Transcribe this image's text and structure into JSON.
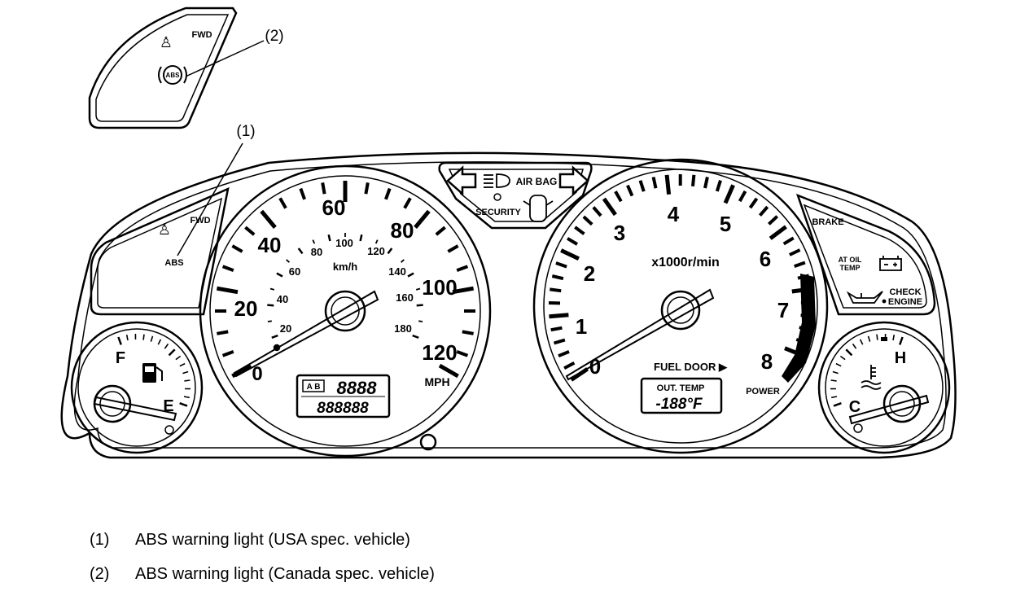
{
  "callouts": {
    "one": "(1)",
    "two": "(2)"
  },
  "inset": {
    "fwd": "FWD",
    "abs": "ABS"
  },
  "left_panel": {
    "fwd": "FWD",
    "abs": "ABS"
  },
  "center_panel": {
    "air_bag": "AIR BAG",
    "security": "SECURITY"
  },
  "speedometer": {
    "mph_ticks": [
      "0",
      "20",
      "40",
      "60",
      "80",
      "100",
      "120"
    ],
    "kmh_ticks": [
      "20",
      "40",
      "60",
      "80",
      "100",
      "120",
      "140",
      "160",
      "180"
    ],
    "unit_kmh": "km/h",
    "unit_mph": "MPH",
    "odo_top": "8888",
    "odo_bottom": "888888",
    "odo_mode": "A B"
  },
  "tachometer": {
    "ticks": [
      "0",
      "1",
      "2",
      "3",
      "4",
      "5",
      "6",
      "7",
      "8"
    ],
    "unit": "x1000r/min",
    "fuel_door": "FUEL DOOR ▶",
    "out_temp_label": "OUT. TEMP",
    "out_temp_value": "-188°F",
    "power": "POWER"
  },
  "right_panel": {
    "brake": "BRAKE",
    "at_oil_1": "AT OIL",
    "at_oil_2": "TEMP",
    "check_1": "CHECK",
    "check_2": "ENGINE"
  },
  "fuel_gauge": {
    "full": "F",
    "empty": "E"
  },
  "temp_gauge": {
    "hot": "H",
    "cold": "C"
  },
  "legend": [
    {
      "num": "(1)",
      "text": "ABS warning light (USA spec. vehicle)"
    },
    {
      "num": "(2)",
      "text": "ABS warning light (Canada spec. vehicle)"
    }
  ]
}
